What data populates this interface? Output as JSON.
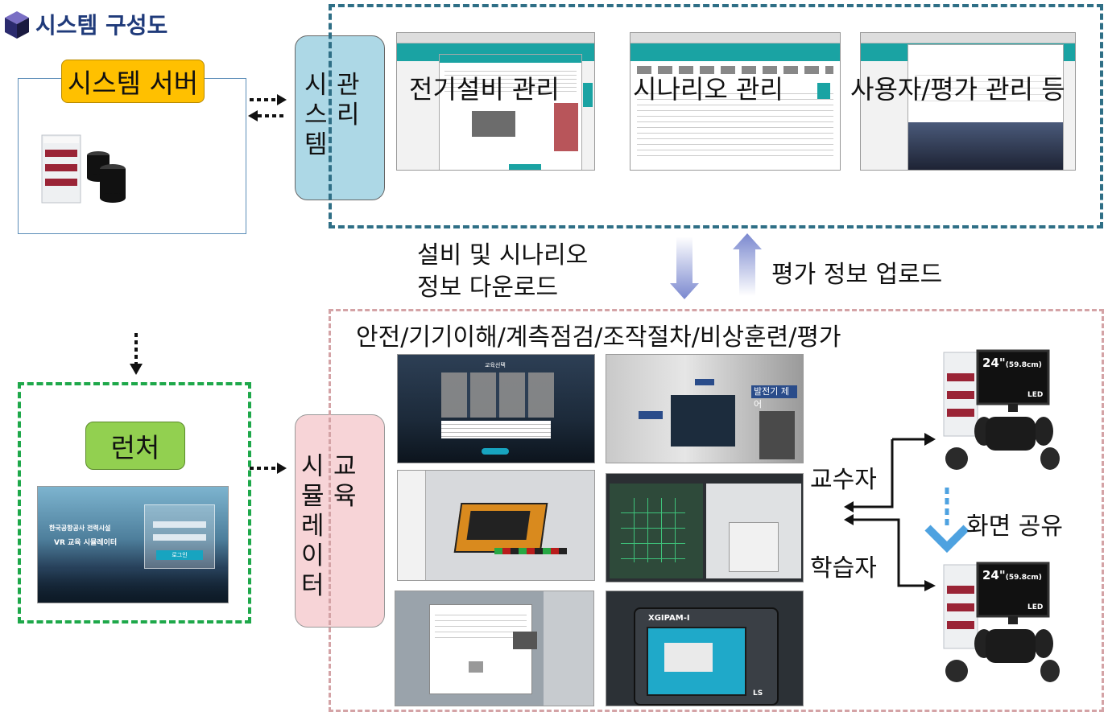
{
  "title": "시스템 구성도",
  "server": {
    "label": "시스템 서버"
  },
  "management": {
    "label_col1": [
      "시",
      "스",
      "템"
    ],
    "label_col2": [
      "관",
      "리"
    ],
    "screens": [
      "전기설비 관리",
      "시나리오 관리",
      "사용자/평가 관리 등"
    ]
  },
  "transfer": {
    "download": [
      "설비 및 시나리오",
      "정보 다운로드"
    ],
    "upload": "평가 정보 업로드"
  },
  "launcher": {
    "label": "런처",
    "login_titles": [
      "한국공항공사 전력시설",
      "VR 교육 시뮬레이터"
    ],
    "login_button": "로그인"
  },
  "simulator": {
    "label_col1": [
      "시",
      "뮬",
      "레",
      "이",
      "터"
    ],
    "label_col2": [
      "교",
      "육"
    ],
    "modules": "안전/기기이해/계측점검/조작절차/비상훈련/평가",
    "menu_title": "교육선택",
    "panel_text": "발전기 제어",
    "device_brand": "XGIPAM-I",
    "device_logo": "LS"
  },
  "roles": {
    "instructor": "교수자",
    "learner": "학습자",
    "share": "화면 공유"
  },
  "monitor": {
    "size": "24\"",
    "size_cm": "(59.8cm)",
    "brand": "LED"
  },
  "colors": {
    "server_label": "#ffc000",
    "mgmt_box": "#add8e6",
    "launcher_label": "#92d050",
    "sim_box": "#f7d4d7",
    "blue_dash": "#2f6f86",
    "red_dash": "#d4a3a6",
    "green_dash": "#1ea84a",
    "share_arrow": "#4ea2e0",
    "title": "#1f3a7a"
  }
}
